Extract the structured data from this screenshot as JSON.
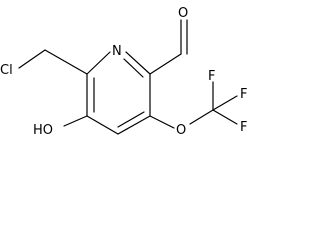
{
  "molecule": {
    "atoms": {
      "chlorine": "Cl",
      "ring_nitrogen": "N",
      "aldehyde_oxygen": "O",
      "hydroxyl": "HO",
      "ether_oxygen": "O",
      "fluorine_1": "F",
      "fluorine_2": "F",
      "fluorine_3": "F"
    }
  },
  "colors": {
    "bond": "#000000",
    "label": "#000000",
    "background": "#ffffff"
  }
}
